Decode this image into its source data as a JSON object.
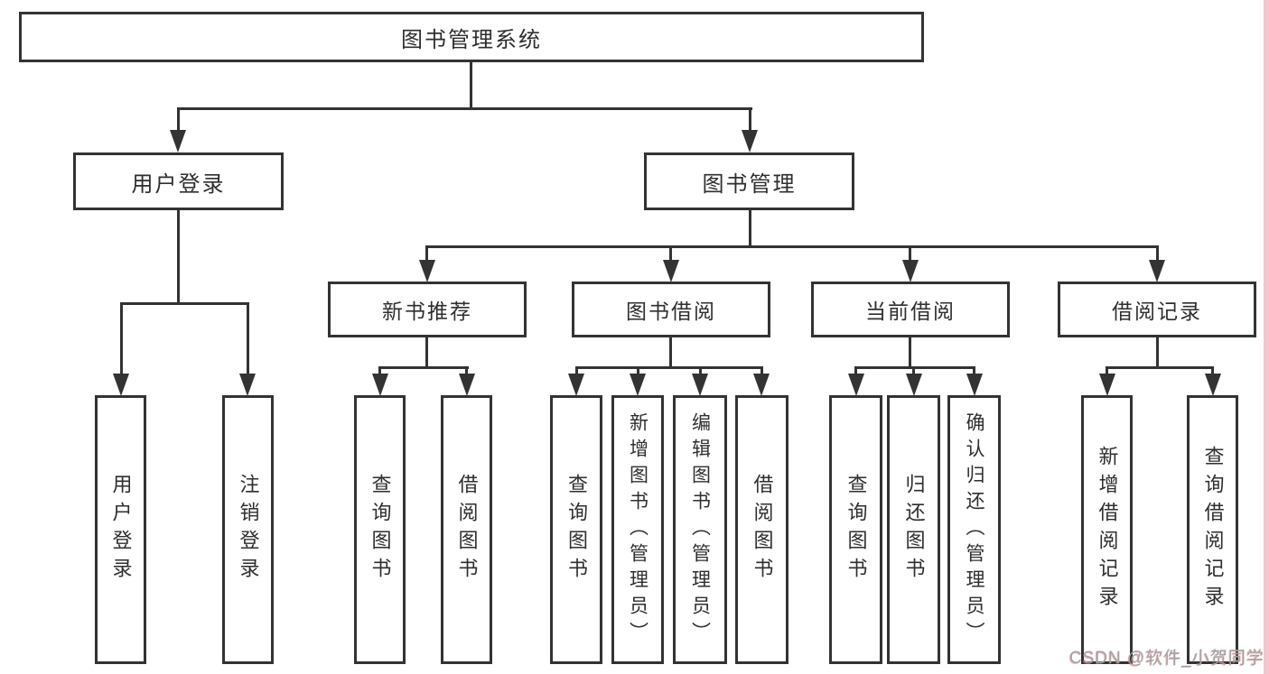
{
  "nodes": {
    "root": "图书管理系统",
    "user_login": "用户登录",
    "book_management": "图书管理",
    "new_book_recommend": "新书推荐",
    "book_borrow": "图书借阅",
    "current_borrow": "当前借阅",
    "borrow_records": "借阅记录",
    "leaf_user_login": "用户登录",
    "leaf_logout": "注销登录",
    "leaf_query_book_1": "查询图书",
    "leaf_borrow_book_1": "借阅图书",
    "leaf_query_book_2": "查询图书",
    "leaf_add_book_admin": "新增图书（管理员）",
    "leaf_edit_book_admin": "编辑图书（管理员）",
    "leaf_borrow_book_2": "借阅图书",
    "leaf_query_book_3": "查询图书",
    "leaf_return_book": "归还图书",
    "leaf_confirm_return_admin": "确认归还（管理员）",
    "leaf_add_borrow_record": "新增借阅记录",
    "leaf_query_borrow_record": "查询借阅记录"
  },
  "watermark": {
    "text": "CSDN @软件_小贺同学"
  },
  "colors": {
    "line": "#333333",
    "box_border": "#333333",
    "text": "#2e2e2e",
    "background": "#ffffff",
    "watermark_gray": "#a3a3a3",
    "watermark_accent": "#d67680",
    "right_edge_pink": "#f4c5ce"
  }
}
